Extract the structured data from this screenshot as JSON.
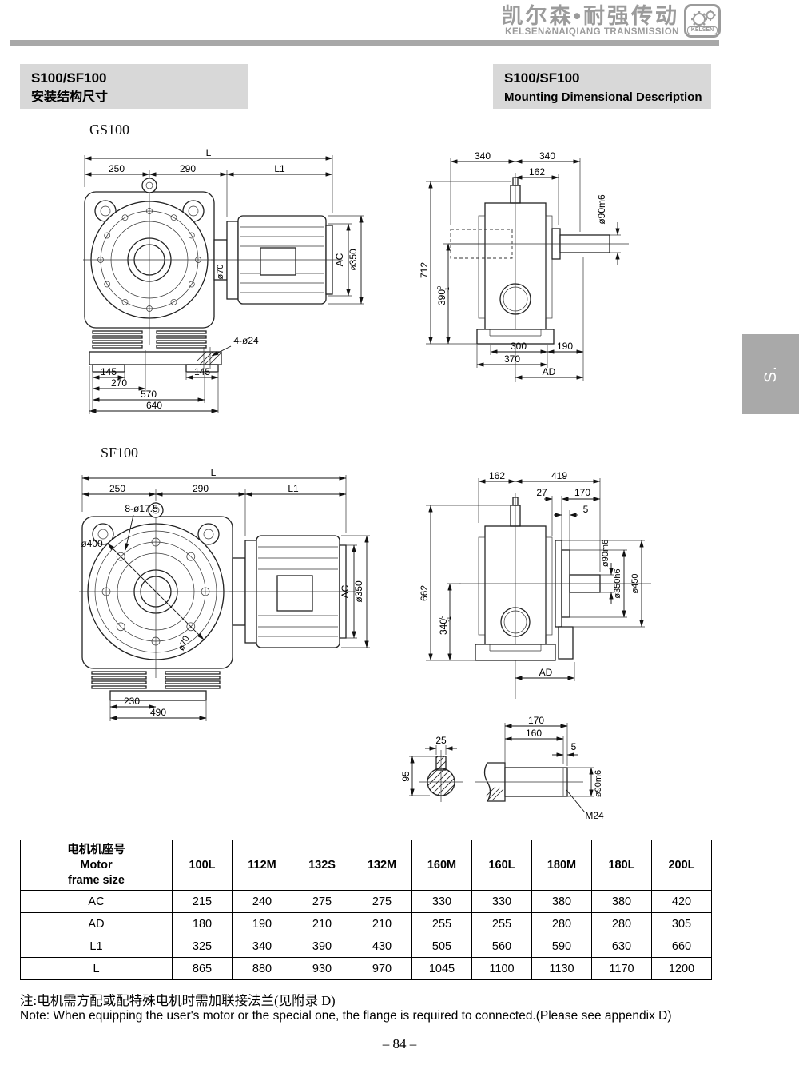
{
  "header": {
    "brand_cn": "凯尔森•耐强传动",
    "brand_en": "KELSEN&NAIQIANG TRANSMISSION",
    "logo_text": "KELSEN"
  },
  "titles": {
    "left": {
      "model": "S100/SF100",
      "subtitle": "安装结构尺寸"
    },
    "right": {
      "model": "S100/SF100",
      "subtitle": "Mounting Dimensional Description"
    }
  },
  "side_tab": "S.",
  "gs100": {
    "label": "GS100",
    "front": {
      "L": "L",
      "d250": "250",
      "d290": "290",
      "L1": "L1",
      "AC": "AC",
      "d350": "ø350",
      "d70": "ø70",
      "holes": "4-ø24",
      "d145a": "145",
      "d145b": "145",
      "d270": "270",
      "d570": "570",
      "d640": "640"
    },
    "side": {
      "d340a": "340",
      "d340b": "340",
      "d162": "162",
      "d90": "ø90m6",
      "d712": "712",
      "d390": "390",
      "d390sup": "0",
      "d390sub": "-1",
      "d300": "300",
      "d190": "190",
      "d370": "370",
      "AD": "AD"
    }
  },
  "sf100": {
    "label": "SF100",
    "front": {
      "L": "L",
      "d250": "250",
      "d290": "290",
      "L1": "L1",
      "holes": "8-ø17.5",
      "d400": "ø400",
      "d70": "ø70",
      "AC": "AC",
      "d350": "ø350",
      "d230": "230",
      "d490": "490"
    },
    "side": {
      "d162": "162",
      "d419": "419",
      "d27": "27",
      "d170": "170",
      "d5": "5",
      "d90": "ø90m6",
      "d350h6": "ø350h6",
      "d450": "ø450",
      "d662": "662",
      "d340": "340",
      "d340sup": "0",
      "d340sub": "-1",
      "AD": "AD"
    }
  },
  "shaft": {
    "d25": "25",
    "d95": "95",
    "d170": "170",
    "d160": "160",
    "d5": "5",
    "d90": "ø90m6",
    "m24": "M24"
  },
  "table": {
    "header": {
      "cn": "电机机座号",
      "en1": "Motor",
      "en2": "frame size"
    },
    "columns": [
      "100L",
      "112M",
      "132S",
      "132M",
      "160M",
      "160L",
      "180M",
      "180L",
      "200L"
    ],
    "rows": [
      {
        "label": "AC",
        "values": [
          "215",
          "240",
          "275",
          "275",
          "330",
          "330",
          "380",
          "380",
          "420"
        ]
      },
      {
        "label": "AD",
        "values": [
          "180",
          "190",
          "210",
          "210",
          "255",
          "255",
          "280",
          "280",
          "305"
        ]
      },
      {
        "label": "L1",
        "values": [
          "325",
          "340",
          "390",
          "430",
          "505",
          "560",
          "590",
          "630",
          "660"
        ]
      },
      {
        "label": "L",
        "values": [
          "865",
          "880",
          "930",
          "970",
          "1045",
          "1100",
          "1130",
          "1170",
          "1200"
        ]
      }
    ]
  },
  "notes": {
    "cn": "注:电机需方配或配特殊电机时需加联接法兰(见附录 D)",
    "en": "Note: When equipping the user's motor or the special one, the flange is required to connected.(Please see appendix D)"
  },
  "page_number": "– 84 –"
}
